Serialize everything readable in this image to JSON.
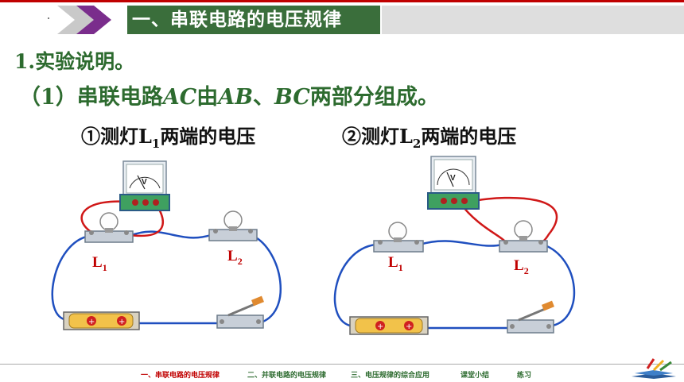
{
  "header": {
    "title": "一、串联电路的电压规律"
  },
  "main": {
    "heading": "1.实验说明。",
    "sentence": {
      "prefix": "（1）串联电路",
      "ac": "AC",
      "mid1": "由",
      "ab": "AB",
      "sep": "、",
      "bc": "BC",
      "suffix": "两部分组成。"
    },
    "captions": [
      {
        "prefix": "①测灯L",
        "sub": "1",
        "suffix": "两端的电压"
      },
      {
        "prefix": "②测灯L",
        "sub": "2",
        "suffix": "两端的电压"
      }
    ],
    "circuit_labels": {
      "left_l1": {
        "main": "L",
        "sub": "1"
      },
      "left_l2": {
        "main": "L",
        "sub": "2"
      },
      "right_l1": {
        "main": "L",
        "sub": "1"
      },
      "right_l2": {
        "main": "L",
        "sub": "2"
      }
    },
    "meter_symbol": "V"
  },
  "nav": {
    "items": [
      {
        "label": "一、串联电路的电压规律",
        "active": true
      },
      {
        "label": "二、并联电路的电压规律",
        "active": false
      },
      {
        "label": "三、电压规律的综合应用",
        "active": false
      },
      {
        "label": "课堂小结",
        "active": false
      },
      {
        "label": "练习",
        "active": false
      }
    ]
  },
  "colors": {
    "title_bg": "#3a6e3b",
    "text_green": "#2d6b2f",
    "accent_red": "#c00000",
    "chevron": "#7a2d8c",
    "wire_blue": "#1f4fbf",
    "wire_red": "#d01818"
  }
}
